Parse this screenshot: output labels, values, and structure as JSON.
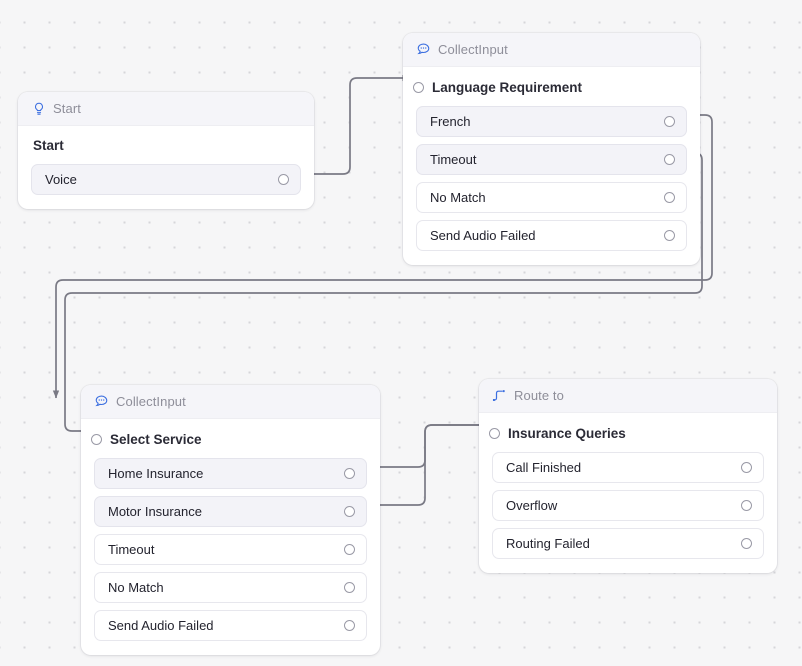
{
  "canvas": {
    "background_color": "#f6f6f7",
    "dot_color": "#d6d6da",
    "edge_color": "#7a7a85"
  },
  "nodes": [
    {
      "id": "start",
      "type_label": "Start",
      "icon": "lightbulb-icon",
      "title": "Start",
      "title_has_port": false,
      "ports": [
        {
          "label": "Voice",
          "connected": true
        }
      ]
    },
    {
      "id": "collect-language",
      "type_label": "CollectInput",
      "icon": "chat-bubble-icon",
      "title": "Language Requirement",
      "title_has_port": true,
      "ports": [
        {
          "label": "French",
          "connected": true
        },
        {
          "label": "Timeout",
          "connected": true
        },
        {
          "label": "No Match",
          "connected": false
        },
        {
          "label": "Send Audio Failed",
          "connected": false
        }
      ]
    },
    {
      "id": "collect-service",
      "type_label": "CollectInput",
      "icon": "chat-bubble-icon",
      "title": "Select Service",
      "title_has_port": true,
      "ports": [
        {
          "label": "Home Insurance",
          "connected": true
        },
        {
          "label": "Motor Insurance",
          "connected": true
        },
        {
          "label": "Timeout",
          "connected": false
        },
        {
          "label": "No Match",
          "connected": false
        },
        {
          "label": "Send Audio Failed",
          "connected": false
        }
      ]
    },
    {
      "id": "route-to",
      "type_label": "Route to",
      "icon": "route-path-icon",
      "title": "Insurance Queries",
      "title_has_port": true,
      "ports": [
        {
          "label": "Call Finished",
          "connected": false
        },
        {
          "label": "Overflow",
          "connected": false
        },
        {
          "label": "Routing Failed",
          "connected": false
        }
      ]
    }
  ],
  "edges": [
    {
      "from": "start.Voice",
      "to": "collect-language.Language Requirement"
    },
    {
      "from": "collect-language.French",
      "to": "collect-service.Select Service"
    },
    {
      "from": "collect-language.Timeout",
      "to": "collect-service.Select Service"
    },
    {
      "from": "collect-service.Home Insurance",
      "to": "route-to.Insurance Queries"
    },
    {
      "from": "collect-service.Motor Insurance",
      "to": "route-to.Insurance Queries"
    }
  ]
}
